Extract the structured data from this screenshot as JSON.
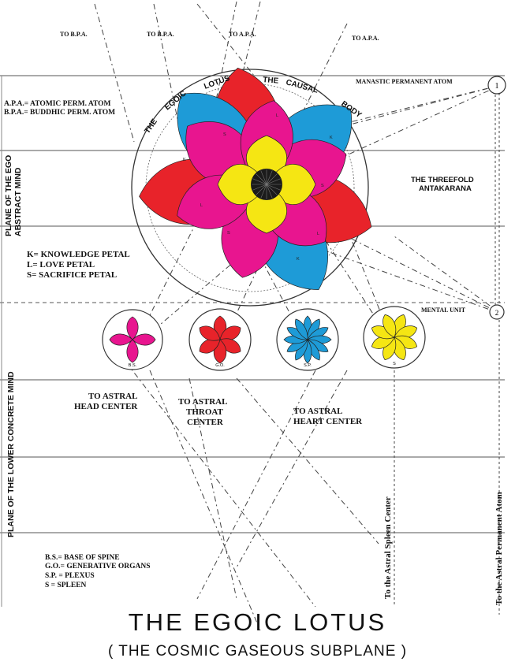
{
  "top_labels": {
    "bpa_1": "TO B.P.A.",
    "bpa_2": "TO B.P.A.",
    "apa_1": "TO A.P.A.",
    "apa_2": "TO A.P.A."
  },
  "manasic_atom": "MANASTIC PERMANENT ATOM",
  "mental_unit": "MENTAL UNIT",
  "atom_numerals": {
    "manasic": "1",
    "mental": "2"
  },
  "abbreviations": {
    "apa": "A.P.A.= ATOMIC PERM. ATOM",
    "bpa": "B.P.A.= BUDDHIC PERM. ATOM"
  },
  "causal_body_arc": [
    "THE",
    "EGOIC",
    "LOTUS",
    "THE",
    "CAUSAL",
    "BODY"
  ],
  "antakarana": {
    "line1": "THE THREEFOLD",
    "line2": "ANTAKARANA"
  },
  "petal_key": {
    "k": "K= KNOWLEDGE PETAL",
    "l": "L= LOVE PETAL",
    "s": "S= SACRIFICE PETAL"
  },
  "petal_letters": [
    "K",
    "K",
    "K",
    "L",
    "L",
    "L",
    "S",
    "S",
    "S"
  ],
  "plane_labels": {
    "ego": "PLANE OF THE EGO",
    "abstract": "ABSTRACT MIND",
    "lower": "PLANE OF THE LOWER CONCRETE MIND"
  },
  "centers": [
    {
      "label": "B.S.",
      "color": "#e8158f"
    },
    {
      "label": "G.O.",
      "color": "#e8232a"
    },
    {
      "label": "S.P.",
      "color": "#1e9bd7"
    },
    {
      "label": "S",
      "color": "#f5e613"
    }
  ],
  "astral_targets": {
    "head_1": "TO ASTRAL",
    "head_2": "HEAD CENTER",
    "throat_1": "TO ASTRAL",
    "throat_2": "THROAT",
    "throat_3": "CENTER",
    "heart_1": "TO ASTRAL",
    "heart_2": "HEART CENTER"
  },
  "vertical_targets": {
    "spleen": "To the Astral Spleen Center",
    "permanent": "To the Astral Permanent Atom"
  },
  "center_key": {
    "bs": "B.S.= BASE OF SPINE",
    "go": "G.O.= GENERATIVE ORGANS",
    "sp": "S.P. = PLEXUS",
    "s": "S = SPLEEN"
  },
  "colors": {
    "red": "#e8232a",
    "magenta": "#e8158f",
    "blue": "#1e9bd7",
    "yellow": "#f5e613",
    "line": "#444444"
  },
  "title": "THE  EGOIC  LOTUS",
  "subtitle": "( THE COSMIC GASEOUS SUBPLANE )"
}
